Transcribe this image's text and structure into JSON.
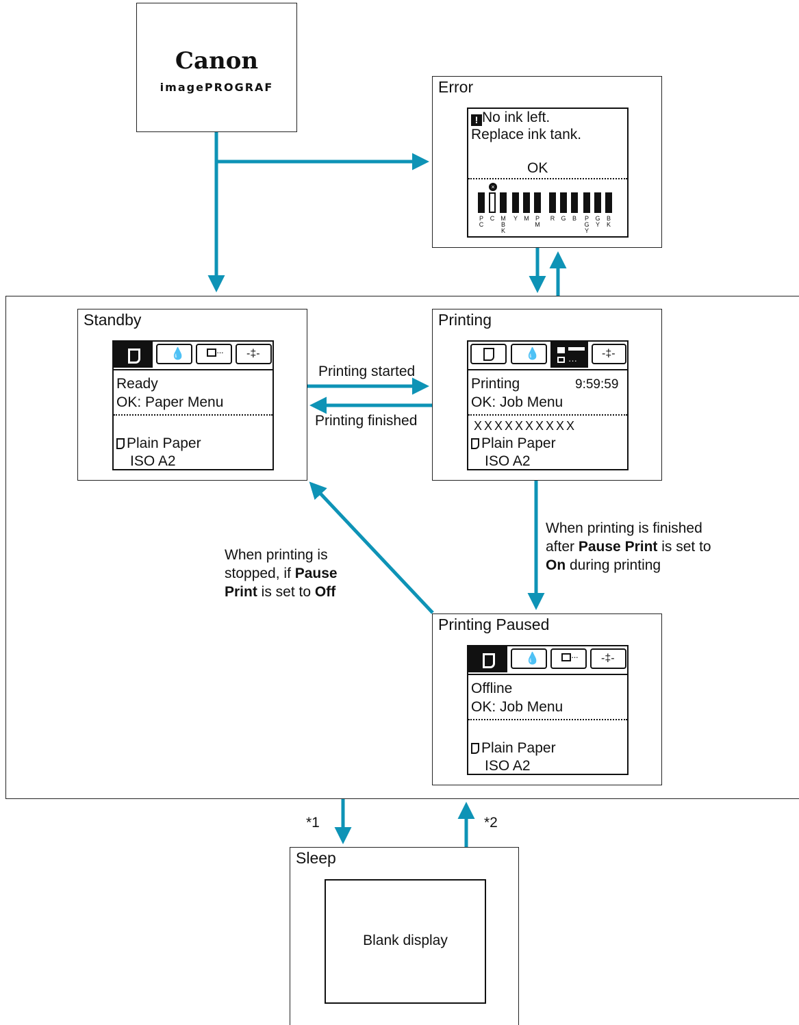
{
  "canon": {
    "brand": "Canon",
    "product": "imagePROGRAF"
  },
  "error": {
    "title": "Error",
    "line1": "No ink left.",
    "line2": "Replace ink tank.",
    "ok": "OK",
    "ink_labels": [
      [
        "P",
        "C"
      ],
      [
        "C",
        ""
      ],
      [
        "M",
        "B",
        "K"
      ],
      [
        "Y",
        ""
      ],
      [
        "M",
        ""
      ],
      [
        "P",
        "M"
      ],
      [
        "R",
        ""
      ],
      [
        "G",
        ""
      ],
      [
        "B",
        ""
      ],
      [
        "P",
        "G",
        "Y"
      ],
      [
        "G",
        "Y"
      ],
      [
        "B",
        "K"
      ]
    ]
  },
  "standby": {
    "title": "Standby",
    "status": "Ready",
    "ok": "OK: Paper Menu",
    "paper": "Plain Paper",
    "size": "ISO A2"
  },
  "printing": {
    "title": "Printing",
    "status": "Printing",
    "time": "9:59:59",
    "ok": "OK: Job Menu",
    "job": "XXXXXXXXXX",
    "paper": "Plain Paper",
    "size": "ISO A2"
  },
  "paused": {
    "title": "Printing Paused",
    "status": "Offline",
    "ok": "OK: Job Menu",
    "paper": "Plain Paper",
    "size": "ISO A2"
  },
  "sleep": {
    "title": "Sleep",
    "display": "Blank display"
  },
  "transitions": {
    "started": "Printing started",
    "finished": "Printing finished",
    "pause_on": {
      "a": "When printing is finished",
      "b": "after ",
      "c": "Pause Print",
      "d": " is set to",
      "e": "On",
      "f": " during printing"
    },
    "pause_off": {
      "a": "When printing is",
      "b": "stopped, if ",
      "c": "Pause",
      "d": "Print",
      "e": " is set to ",
      "f": "Off"
    },
    "note1": "*1",
    "note2": "*2"
  },
  "colors": {
    "arrow": "#0e93b6",
    "line": "#111111"
  }
}
